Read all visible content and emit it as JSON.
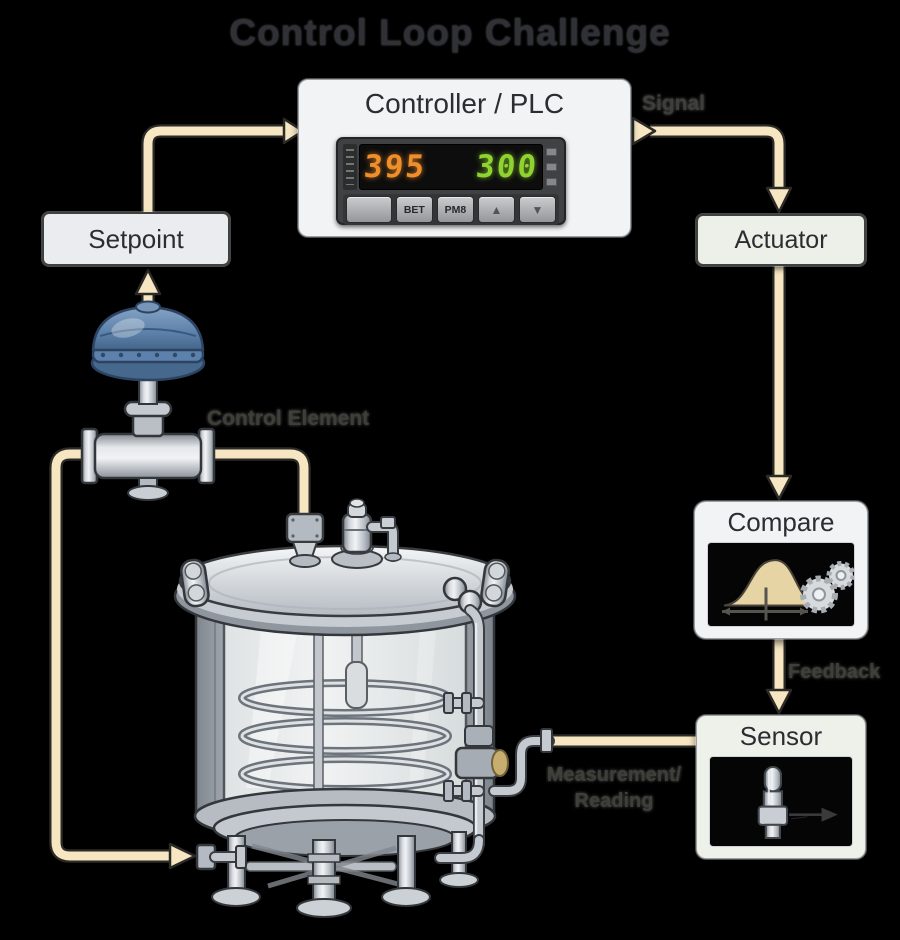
{
  "title": "Control Loop Challenge",
  "colors": {
    "pipe": "#f6e6c2",
    "pipe_outline": "#2b2a26",
    "display_pv": "#ef8e2a",
    "display_sv": "#8ed32f",
    "valve_blue": "#5c81aa"
  },
  "nodes": {
    "setpoint": {
      "label": "Setpoint"
    },
    "controller": {
      "label": "Controller / PLC"
    },
    "actuator": {
      "label": "Actuator"
    },
    "compare": {
      "label": "Compare"
    },
    "sensor": {
      "label": "Sensor"
    }
  },
  "controller_display": {
    "process_value": "395",
    "setpoint_value": "300",
    "buttons": [
      "",
      "BET",
      "PM8",
      "▲",
      "▼"
    ]
  },
  "flow_labels": {
    "signal": "Signal",
    "feedback": "Feedback",
    "control_element": "Control Element",
    "measurement_line1": "Measurement/",
    "measurement_line2": "Reading"
  }
}
